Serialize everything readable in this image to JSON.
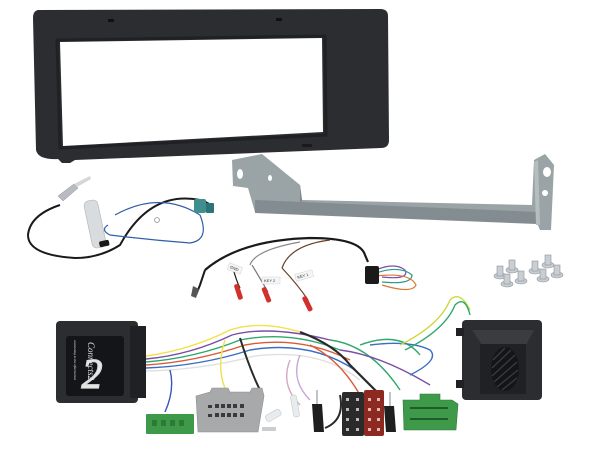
{
  "scene": {
    "description": "Car stereo installation kit product photo",
    "background": "#ffffff"
  },
  "items": {
    "fascia": {
      "label": "Single DIN fascia panel",
      "color": "#2b2d30"
    },
    "bracket": {
      "label": "Mounting bracket",
      "color": "#9aa3a6"
    },
    "antenna_adapter": {
      "label": "Antenna adapter",
      "connector_color": "#3f8f8f"
    },
    "patch_lead": {
      "label": "Patch lead",
      "tags": [
        "GND",
        "KEY 2",
        "KEY 1"
      ]
    },
    "screws": {
      "label": "Screws",
      "count": 8
    },
    "interface_box": {
      "label": "Steering control interface",
      "brand": "Connects2",
      "brand_numeral": "2",
      "tagline": "connecting to the aftermarket",
      "registered_mark": "®"
    },
    "speaker_box": {
      "label": "Speaker / chime module"
    },
    "connectors": {
      "green_small": "#3e9a4a",
      "grey": "#a7a9aa",
      "iso_black": "#2a2a2a",
      "iso_red": "#8c2a22",
      "green_large": "#3e9a4a"
    }
  }
}
